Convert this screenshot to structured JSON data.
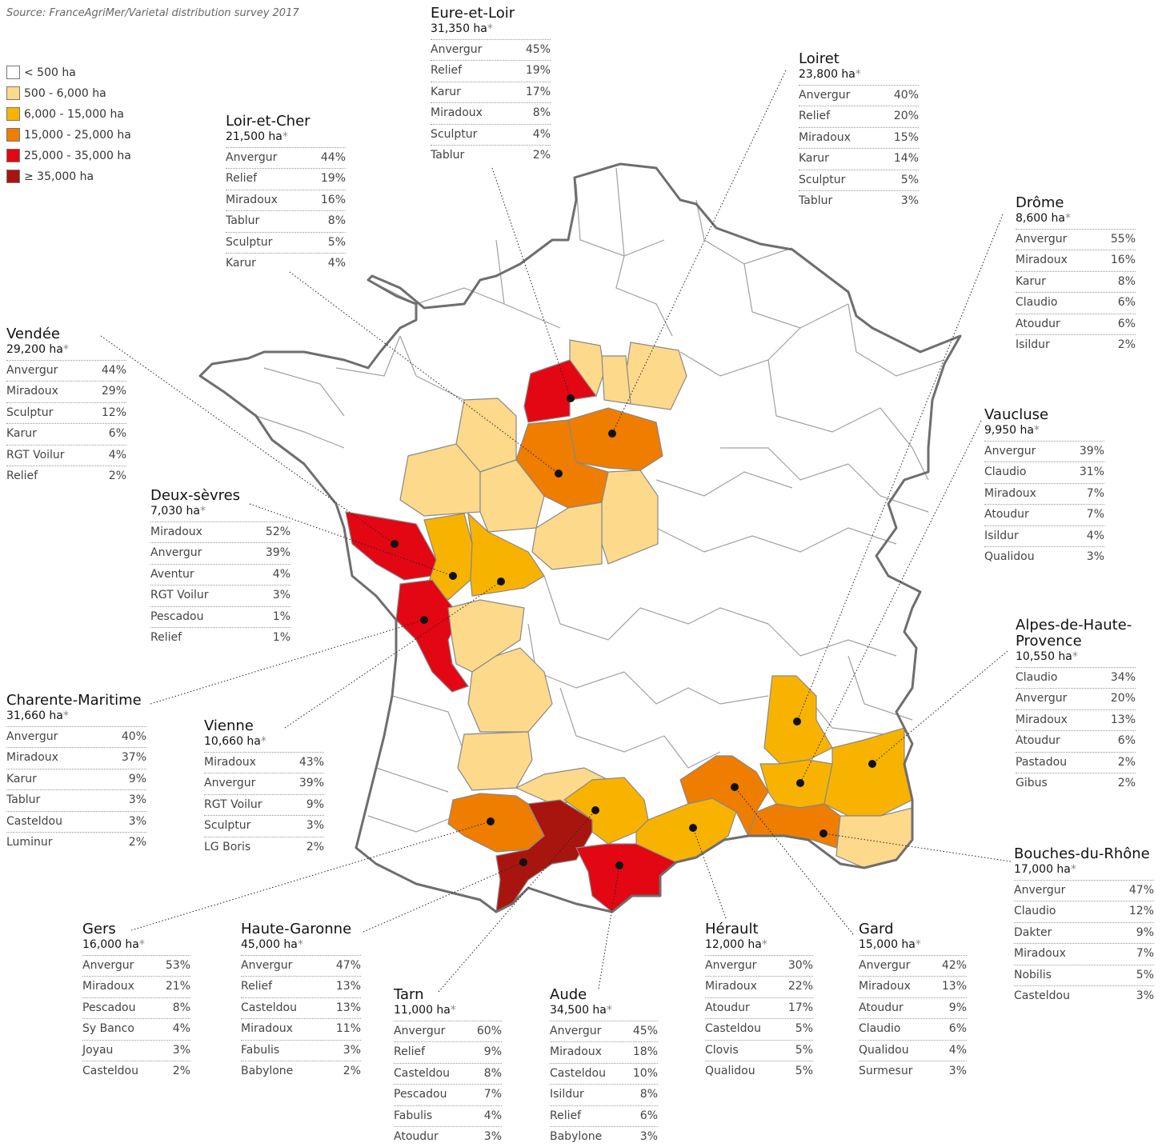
{
  "source": "Source: FranceAgriMer/Varietal distribution survey 2017",
  "legend": [
    {
      "label": "< 500 ha",
      "color": "#ffffff"
    },
    {
      "label": "500 - 6,000 ha",
      "color": "#fdd98b"
    },
    {
      "label": "6,000 - 15,000 ha",
      "color": "#f8b300"
    },
    {
      "label": "15,000 - 25,000 ha",
      "color": "#ee7d00"
    },
    {
      "label": "25,000 - 35,000 ha",
      "color": "#e30613"
    },
    {
      "label": "≥ 35,000 ha",
      "color": "#a8150f"
    }
  ],
  "asterisk": "*",
  "departments": [
    {
      "id": "eure-et-loir",
      "name": [
        "Eure-et-Loir"
      ],
      "area": "31,350 ha",
      "varieties": [
        [
          "Anvergur",
          "45%"
        ],
        [
          "Relief",
          "19%"
        ],
        [
          "Karur",
          "17%"
        ],
        [
          "Miradoux",
          "8%"
        ],
        [
          "Sculptur",
          "4%"
        ],
        [
          "Tablur",
          "2%"
        ]
      ]
    },
    {
      "id": "loiret",
      "name": [
        "Loiret"
      ],
      "area": "23,800 ha",
      "varieties": [
        [
          "Anvergur",
          "40%"
        ],
        [
          "Relief",
          "20%"
        ],
        [
          "Miradoux",
          "15%"
        ],
        [
          "Karur",
          "14%"
        ],
        [
          "Sculptur",
          "5%"
        ],
        [
          "Tablur",
          "3%"
        ]
      ]
    },
    {
      "id": "loir-et-cher",
      "name": [
        "Loir-et-Cher"
      ],
      "area": "21,500 ha",
      "varieties": [
        [
          "Anvergur",
          "44%"
        ],
        [
          "Relief",
          "19%"
        ],
        [
          "Miradoux",
          "16%"
        ],
        [
          "Tablur",
          "8%"
        ],
        [
          "Sculptur",
          "5%"
        ],
        [
          "Karur",
          "4%"
        ]
      ]
    },
    {
      "id": "drome",
      "name": [
        "Drôme"
      ],
      "area": "8,600 ha",
      "varieties": [
        [
          "Anvergur",
          "55%"
        ],
        [
          "Miradoux",
          "16%"
        ],
        [
          "Karur",
          "8%"
        ],
        [
          "Claudio",
          "6%"
        ],
        [
          "Atoudur",
          "6%"
        ],
        [
          "Isildur",
          "2%"
        ]
      ]
    },
    {
      "id": "vendee",
      "name": [
        "Vendée"
      ],
      "area": "29,200 ha",
      "varieties": [
        [
          "Anvergur",
          "44%"
        ],
        [
          "Miradoux",
          "29%"
        ],
        [
          "Sculptur",
          "12%"
        ],
        [
          "Karur",
          "6%"
        ],
        [
          "RGT Voilur",
          "4%"
        ],
        [
          "Relief",
          "2%"
        ]
      ]
    },
    {
      "id": "vaucluse",
      "name": [
        "Vaucluse"
      ],
      "area": "9,950 ha",
      "varieties": [
        [
          "Anvergur",
          "39%"
        ],
        [
          "Claudio",
          "31%"
        ],
        [
          "Miradoux",
          "7%"
        ],
        [
          "Atoudur",
          "7%"
        ],
        [
          "Isildur",
          "4%"
        ],
        [
          "Qualidou",
          "3%"
        ]
      ]
    },
    {
      "id": "deux-sevres",
      "name": [
        "Deux-sèvres"
      ],
      "area": "7,030 ha",
      "varieties": [
        [
          "Miradoux",
          "52%"
        ],
        [
          "Anvergur",
          "39%"
        ],
        [
          "Aventur",
          "4%"
        ],
        [
          "RGT Voilur",
          "3%"
        ],
        [
          "Pescadou",
          "1%"
        ],
        [
          "Relief",
          "1%"
        ]
      ]
    },
    {
      "id": "alpes-de-haute-provence",
      "name": [
        "Alpes-de-Haute-",
        "Provence"
      ],
      "area": "10,550 ha",
      "varieties": [
        [
          "Claudio",
          "34%"
        ],
        [
          "Anvergur",
          "20%"
        ],
        [
          "Miradoux",
          "13%"
        ],
        [
          "Atoudur",
          "6%"
        ],
        [
          "Pastadou",
          "2%"
        ],
        [
          "Gibus",
          "2%"
        ]
      ]
    },
    {
      "id": "charente-maritime",
      "name": [
        "Charente-Maritime"
      ],
      "area": "31,660 ha",
      "varieties": [
        [
          "Anvergur",
          "40%"
        ],
        [
          "Miradoux",
          "37%"
        ],
        [
          "Karur",
          "9%"
        ],
        [
          "Tablur",
          "3%"
        ],
        [
          "Casteldou",
          "3%"
        ],
        [
          "Luminur",
          "2%"
        ]
      ]
    },
    {
      "id": "vienne",
      "name": [
        "Vienne"
      ],
      "area": "10,660 ha",
      "varieties": [
        [
          "Miradoux",
          "43%"
        ],
        [
          "Anvergur",
          "39%"
        ],
        [
          "RGT Voilur",
          "9%"
        ],
        [
          "Sculptur",
          "3%"
        ],
        [
          "LG Boris",
          "2%"
        ]
      ]
    },
    {
      "id": "bouches-du-rhone",
      "name": [
        "Bouches-du-Rhône"
      ],
      "area": "17,000 ha",
      "varieties": [
        [
          "Anvergur",
          "47%"
        ],
        [
          "Claudio",
          "12%"
        ],
        [
          "Dakter",
          "9%"
        ],
        [
          "Miradoux",
          "7%"
        ],
        [
          "Nobilis",
          "5%"
        ],
        [
          "Casteldou",
          "3%"
        ]
      ]
    },
    {
      "id": "gers",
      "name": [
        "Gers"
      ],
      "area": "16,000 ha",
      "varieties": [
        [
          "Anvergur",
          "53%"
        ],
        [
          "Miradoux",
          "21%"
        ],
        [
          "Pescadou",
          "8%"
        ],
        [
          "Sy Banco",
          "4%"
        ],
        [
          "Joyau",
          "3%"
        ],
        [
          "Casteldou",
          "2%"
        ]
      ]
    },
    {
      "id": "haute-garonne",
      "name": [
        "Haute-Garonne"
      ],
      "area": "45,000 ha",
      "varieties": [
        [
          "Anvergur",
          "47%"
        ],
        [
          "Relief",
          "13%"
        ],
        [
          "Casteldou",
          "13%"
        ],
        [
          "Miradoux",
          "11%"
        ],
        [
          "Fabulis",
          "3%"
        ],
        [
          "Babylone",
          "2%"
        ]
      ]
    },
    {
      "id": "herault",
      "name": [
        "Hérault"
      ],
      "area": "12,000 ha",
      "varieties": [
        [
          "Anvergur",
          "30%"
        ],
        [
          "Miradoux",
          "22%"
        ],
        [
          "Atoudur",
          "17%"
        ],
        [
          "Casteldou",
          "5%"
        ],
        [
          "Clovis",
          "5%"
        ],
        [
          "Qualidou",
          "5%"
        ]
      ]
    },
    {
      "id": "gard",
      "name": [
        "Gard"
      ],
      "area": "15,000 ha",
      "varieties": [
        [
          "Anvergur",
          "42%"
        ],
        [
          "Miradoux",
          "13%"
        ],
        [
          "Atoudur",
          "9%"
        ],
        [
          "Claudio",
          "6%"
        ],
        [
          "Qualidou",
          "4%"
        ],
        [
          "Surmesur",
          "3%"
        ]
      ]
    },
    {
      "id": "tarn",
      "name": [
        "Tarn"
      ],
      "area": "11,000 ha",
      "varieties": [
        [
          "Anvergur",
          "60%"
        ],
        [
          "Relief",
          "9%"
        ],
        [
          "Casteldou",
          "8%"
        ],
        [
          "Pescadou",
          "7%"
        ],
        [
          "Fabulis",
          "4%"
        ],
        [
          "Atoudur",
          "3%"
        ]
      ]
    },
    {
      "id": "aude",
      "name": [
        "Aude"
      ],
      "area": "34,500 ha",
      "varieties": [
        [
          "Anvergur",
          "45%"
        ],
        [
          "Miradoux",
          "18%"
        ],
        [
          "Casteldou",
          "10%"
        ],
        [
          "Isildur",
          "8%"
        ],
        [
          "Relief",
          "6%"
        ],
        [
          "Babylone",
          "3%"
        ]
      ]
    }
  ]
}
